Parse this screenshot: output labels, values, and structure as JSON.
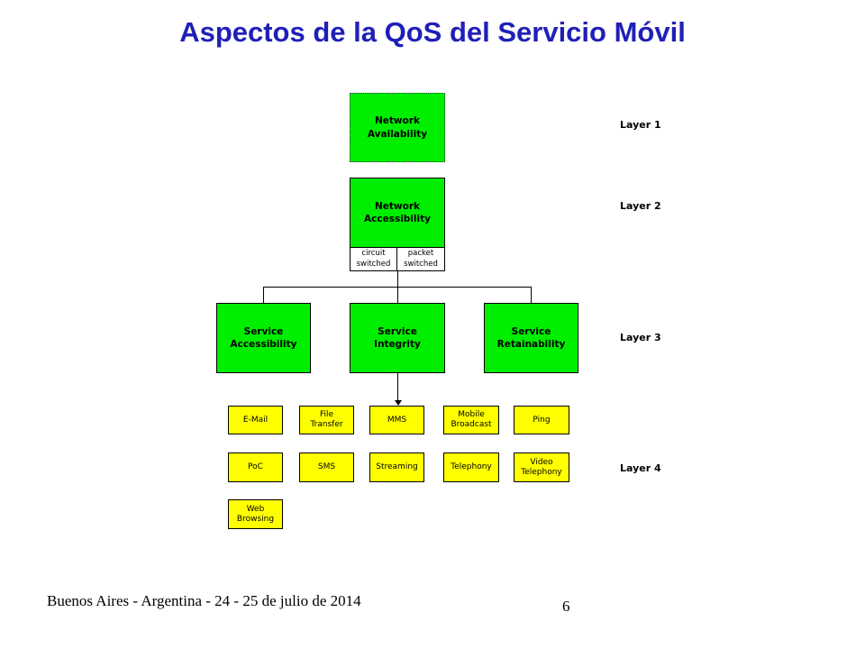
{
  "title": "Aspectos de la QoS del Servicio Móvil",
  "layers": [
    "Layer 1",
    "Layer 2",
    "Layer 3",
    "Layer 4"
  ],
  "layer1": {
    "network_availability": "Network\nAvailability"
  },
  "layer2": {
    "network_accessibility": "Network\nAccessibility",
    "circuit_switched": "circuit\nswitched",
    "packet_switched": "packet\nswitched"
  },
  "layer3": {
    "service_accessibility": "Service\nAccessibility",
    "service_integrity": "Service\nIntegrity",
    "service_retainability": "Service\nRetainability"
  },
  "layer4": {
    "email": "E-Mail",
    "file_transfer": "File\nTransfer",
    "mms": "MMS",
    "mobile_broadcast": "Mobile\nBroadcast",
    "ping": "Ping",
    "poc": "PoC",
    "sms": "SMS",
    "streaming": "Streaming",
    "telephony": "Telephony",
    "video_telephony": "Video\nTelephony",
    "web_browsing": "Web\nBrowsing"
  },
  "footer": "Buenos Aires - Argentina - 24 - 25 de julio de 2014",
  "page_number": "6",
  "colors": {
    "title": "#1f1fb8",
    "green_box": "#00ee00",
    "yellow_box": "#ffff00"
  }
}
